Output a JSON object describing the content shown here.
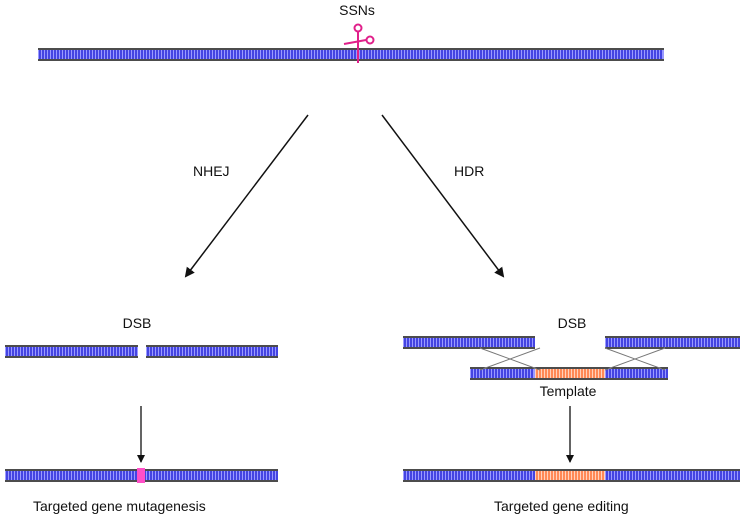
{
  "labels": {
    "nuclease": "SSNs",
    "nhej": "NHEJ",
    "hdr": "HDR",
    "dsb_left": "DSB",
    "dsb_right": "DSB",
    "template": "Template",
    "outcome_left": "Targeted gene mutagenesis",
    "outcome_right": "Targeted gene editing"
  },
  "colors": {
    "strand": "#111111",
    "rungs": "#1f1fd6",
    "rungs_light": "#9a9aff",
    "template": "#ff6a2a",
    "scissors": "#e0208a",
    "mutation": "#ff4fc8"
  },
  "icons": [
    "scissors-icon"
  ]
}
